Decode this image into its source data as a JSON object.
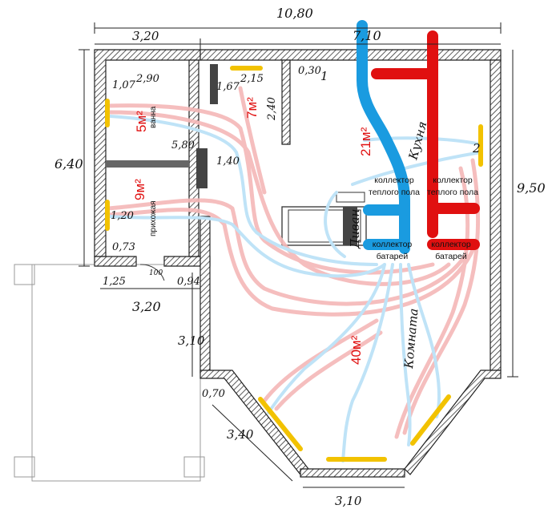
{
  "dimensions": {
    "overall_width": "10,80",
    "left_block_width": "3,20",
    "right_block_width": "7,10",
    "room_top_left": "2,90",
    "bath_width": "1,07",
    "corridor_width": "1,67",
    "corridor_top": "2,15",
    "small_gap": "0,30",
    "left_height": "6,40",
    "right_height": "9,50",
    "kitchen_depth": "2,40",
    "partition_1": "5,80",
    "partition_2": "1,40",
    "window_left": "1,20",
    "door_left": "0,73",
    "entrance_width": "1,25",
    "entrance_right": "0,94",
    "door_opening": "100",
    "bottom_left_width": "3,20",
    "room_left_height": "3,10",
    "bay_offset": "0,70",
    "bay_side": "3,40",
    "bay_bottom": "3,10",
    "window_right_small": "1",
    "window_right_num": "2"
  },
  "rooms": {
    "bath_label": "ванна",
    "hall_label": "прихожая",
    "kitchen_label": "Кухня",
    "living_label": "Комната",
    "sofa_label": "Диван"
  },
  "areas": {
    "bath": "5м²",
    "corridor": "7м²",
    "hall": "9м²",
    "kitchen": "21м²",
    "living": "40м²"
  },
  "manifolds": {
    "cold_floor": "коллектор теплого пола",
    "hot_floor": "коллектор теплого пола",
    "cold_radiators": "коллектор батарей",
    "hot_radiators": "коллектор батарей"
  },
  "colors": {
    "supply_hot": "#e01010",
    "supply_cold": "#1a9be0",
    "floor_loop_pink": "#f5b8b8",
    "floor_loop_blue": "#bfe3f7",
    "radiator": "#f2c200",
    "wall": "#222222"
  }
}
